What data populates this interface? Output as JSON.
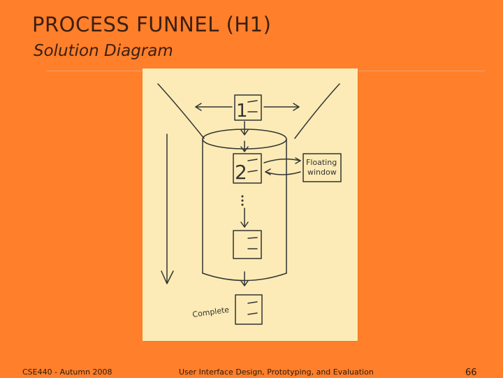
{
  "slide": {
    "title": "PROCESS FUNNEL (H1)",
    "subtitle": "Solution Diagram"
  },
  "diagram": {
    "step_labels": [
      "1",
      "2"
    ],
    "floating_window_line1": "Floating",
    "floating_window_line2": "window",
    "complete_label": "Complete",
    "colors": {
      "paper": "#FCEBB6",
      "ink": "#333333",
      "background": "#FF7F2A"
    }
  },
  "footer": {
    "course": "CSE440 - Autumn 2008",
    "course_title": "User Interface Design, Prototyping, and Evaluation",
    "page_number": "66"
  }
}
